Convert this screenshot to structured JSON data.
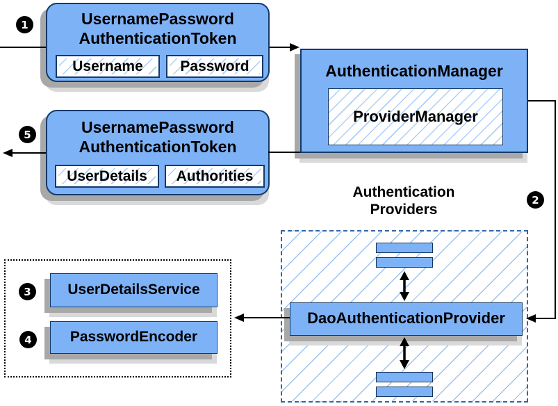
{
  "diagram": {
    "badges": {
      "step1": "1",
      "step2": "2",
      "step3": "3",
      "step4": "4",
      "step5": "5"
    },
    "request_token": {
      "title_line1": "UsernamePassword",
      "title_line2": "AuthenticationToken",
      "field_username": "Username",
      "field_password": "Password"
    },
    "authentication_manager": {
      "title": "AuthenticationManager",
      "provider_manager": "ProviderManager"
    },
    "result_token": {
      "title_line1": "UsernamePassword",
      "title_line2": "AuthenticationToken",
      "field_userdetails": "UserDetails",
      "field_authorities": "Authorities"
    },
    "authentication_providers": {
      "label_line1": "Authentication",
      "label_line2": "Providers",
      "dao_provider": "DaoAuthenticationProvider"
    },
    "collaborators": {
      "user_details_service": "UserDetailsService",
      "password_encoder": "PasswordEncoder"
    },
    "colors": {
      "box_fill": "#7EB2F7",
      "box_border": "#123A6B",
      "hatch_line": "#AECFF7",
      "providers_hatch": "#9CC3EE",
      "providers_border": "#3465A4",
      "collaborators_border": "#000000",
      "arrow": "#000000",
      "badge_bg": "#000000",
      "badge_text": "#FFFFFF",
      "shadow_dark": "#A8A8A8",
      "shadow_light": "#D9D9D9"
    }
  }
}
